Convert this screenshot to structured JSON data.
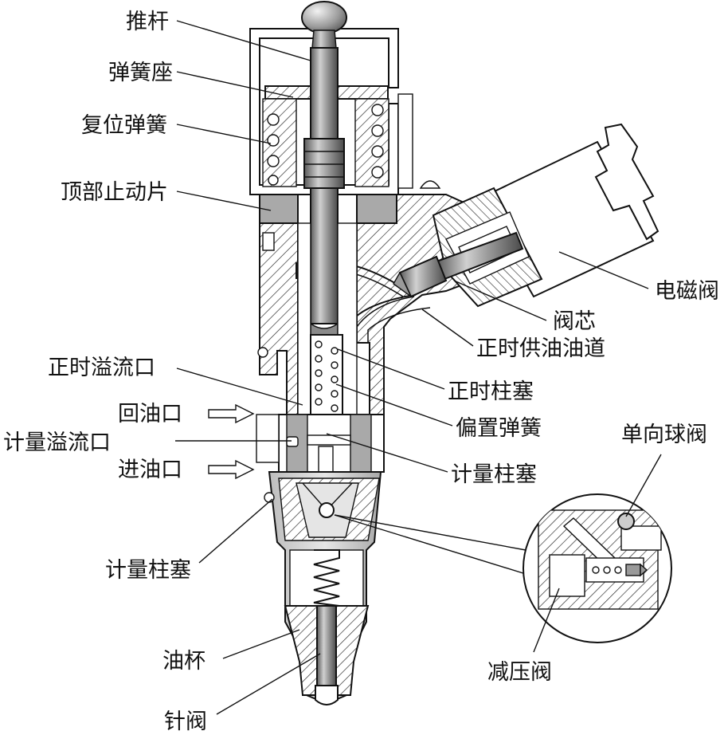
{
  "labels": {
    "push_rod": "推杆",
    "spring_seat": "弹簧座",
    "return_spring": "复位弹簧",
    "top_stop_plate": "顶部止动片",
    "timing_spill_port": "正时溢流口",
    "oil_return_port": "回油口",
    "metering_spill_port": "计量溢流口",
    "oil_inlet_port": "进油口",
    "metering_plunger_left": "计量柱塞",
    "oil_cup": "油杯",
    "needle_valve": "针阀",
    "solenoid_valve": "电磁阀",
    "valve_core": "阀芯",
    "timing_supply_passage": "正时供油油道",
    "timing_plunger": "正时柱塞",
    "bias_spring": "偏置弹簧",
    "metering_plunger_right": "计量柱塞",
    "check_ball_valve": "单向球阀",
    "pressure_relief_valve": "减压阀"
  },
  "colors": {
    "metal_fill": "#d9d9d9",
    "dark_fill": "#8c8c8c",
    "hatch": "#222222",
    "line": "#111111"
  }
}
